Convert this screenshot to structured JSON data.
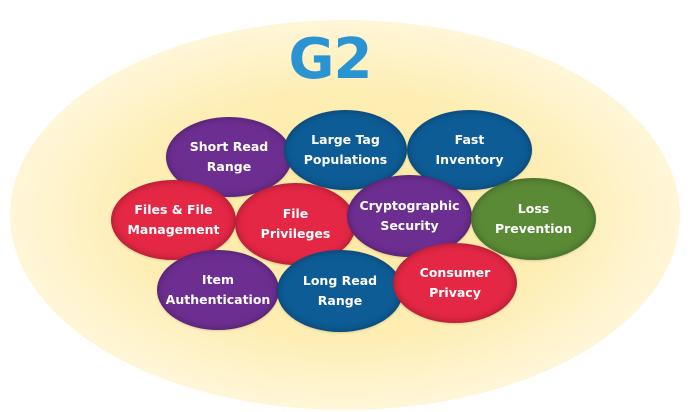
{
  "title": "G2",
  "colors": {
    "title": "#2a93d1",
    "purple": "#6d2e91",
    "blue": "#0d5c96",
    "red": "#e32744",
    "green": "#5a8a36",
    "glow": "#fde9a0"
  },
  "bubbles": [
    {
      "label": "Short Read\nRange",
      "color": "purple"
    },
    {
      "label": "Large Tag\nPopulations",
      "color": "blue"
    },
    {
      "label": "Fast\nInventory",
      "color": "blue"
    },
    {
      "label": "Files & File\nManagement",
      "color": "red"
    },
    {
      "label": "File\nPrivileges",
      "color": "red"
    },
    {
      "label": "Cryptographic\nSecurity",
      "color": "purple"
    },
    {
      "label": "Loss\nPrevention",
      "color": "green"
    },
    {
      "label": "Item\nAuthentication",
      "color": "purple"
    },
    {
      "label": "Long Read\nRange",
      "color": "blue"
    },
    {
      "label": "Consumer\nPrivacy",
      "color": "red"
    }
  ]
}
